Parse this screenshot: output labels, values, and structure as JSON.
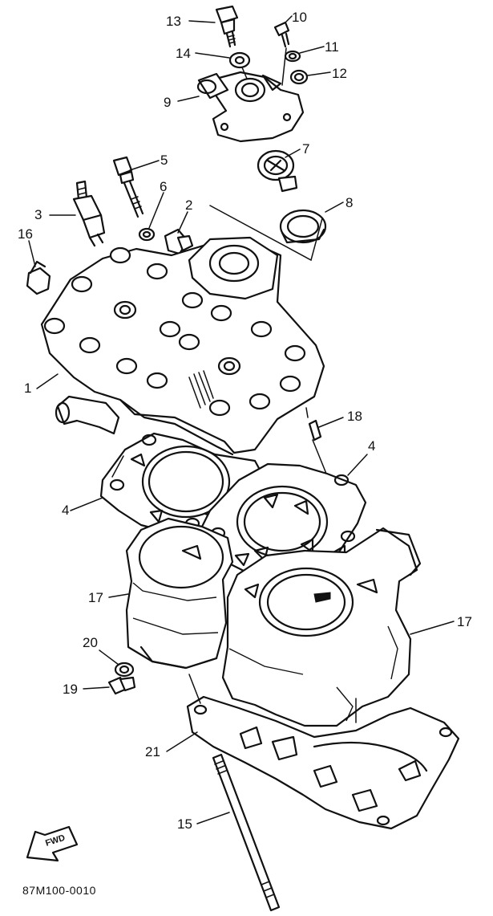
{
  "diagram": {
    "code": "87M100-0010",
    "fwd_label": "FWD",
    "callouts": [
      {
        "id": "c13",
        "text": "13"
      },
      {
        "id": "c10",
        "text": "10"
      },
      {
        "id": "c14",
        "text": "14"
      },
      {
        "id": "c11",
        "text": "11"
      },
      {
        "id": "c12",
        "text": "12"
      },
      {
        "id": "c9",
        "text": "9"
      },
      {
        "id": "c7",
        "text": "7"
      },
      {
        "id": "c5",
        "text": "5"
      },
      {
        "id": "c6",
        "text": "6"
      },
      {
        "id": "c3",
        "text": "3"
      },
      {
        "id": "c2",
        "text": "2"
      },
      {
        "id": "c8",
        "text": "8"
      },
      {
        "id": "c16",
        "text": "16"
      },
      {
        "id": "c1",
        "text": "1"
      },
      {
        "id": "c18",
        "text": "18"
      },
      {
        "id": "c4a",
        "text": "4"
      },
      {
        "id": "c4b",
        "text": "4"
      },
      {
        "id": "c17a",
        "text": "17"
      },
      {
        "id": "c17b",
        "text": "17"
      },
      {
        "id": "c20",
        "text": "20"
      },
      {
        "id": "c19",
        "text": "19"
      },
      {
        "id": "c21",
        "text": "21"
      },
      {
        "id": "c15",
        "text": "15"
      }
    ]
  }
}
